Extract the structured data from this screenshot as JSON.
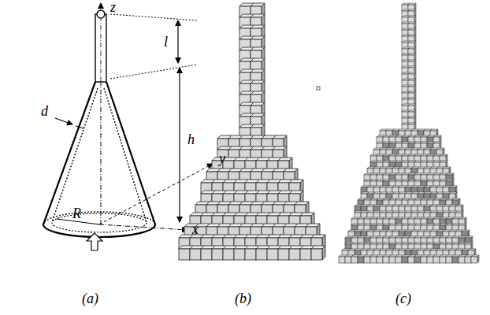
{
  "diagram": {
    "labels": [
      "z",
      "l",
      "h",
      "d",
      "R",
      "y",
      "x",
      "(a)",
      "(b)",
      "(c)"
    ]
  }
}
